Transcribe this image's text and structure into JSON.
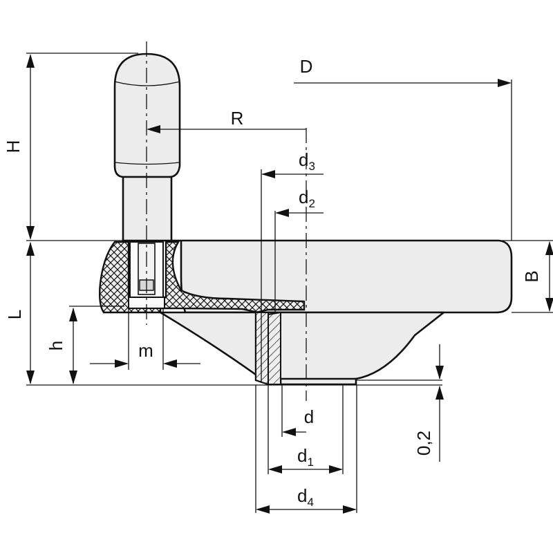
{
  "diagram": {
    "labels": {
      "H": "H",
      "D": "D",
      "R": "R",
      "d3": {
        "base": "d",
        "sub": "3"
      },
      "d2": {
        "base": "d",
        "sub": "2"
      },
      "B": "B",
      "L": "L",
      "h": "h",
      "m": "m",
      "d": "d",
      "d1": {
        "base": "d",
        "sub": "1"
      },
      "d4": {
        "base": "d",
        "sub": "4"
      },
      "gap": "0,2"
    }
  }
}
